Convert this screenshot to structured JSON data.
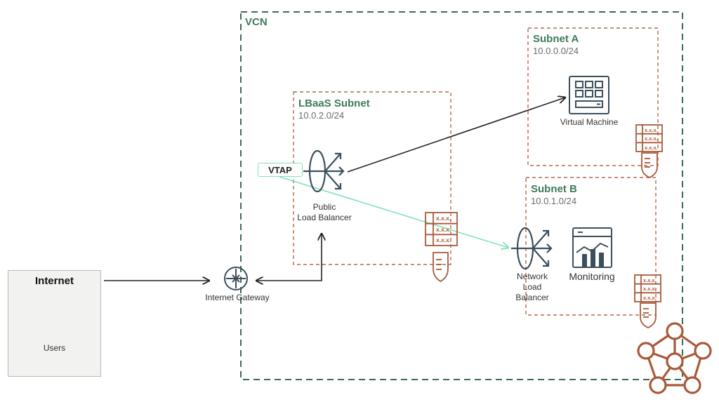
{
  "vcn": {
    "label": "VCN"
  },
  "subnet_a": {
    "label": "Subnet A",
    "cidr": "10.0.0.0/24"
  },
  "subnet_b": {
    "label": "Subnet B",
    "cidr": "10.0.1.0/24"
  },
  "lbaas_subnet": {
    "label": "LBaaS Subnet",
    "cidr": "10.0.2.0/24"
  },
  "internet": {
    "label": "Internet",
    "users_label": "Users"
  },
  "internet_gateway": {
    "label": "Internet Gateway"
  },
  "vtap": {
    "label": "VTAP"
  },
  "public_lb": {
    "label_line1": "Public",
    "label_line2": "Load Balancer"
  },
  "network_lb": {
    "label_line1": "Network",
    "label_line2": "Load",
    "label_line3": "Balancer"
  },
  "virtual_machine": {
    "label": "Virtual Machine"
  },
  "monitoring": {
    "label": "Monitoring"
  },
  "security_list": {
    "entry_text": "x.x.x."
  },
  "colors": {
    "vcn_border": "#3e6b55",
    "subnet_border": "#b5684a",
    "icon_dark": "#3b4f5c",
    "security_brown": "#a9593a",
    "vtap_line": "#7ee3b7",
    "arrow": "#222222"
  }
}
